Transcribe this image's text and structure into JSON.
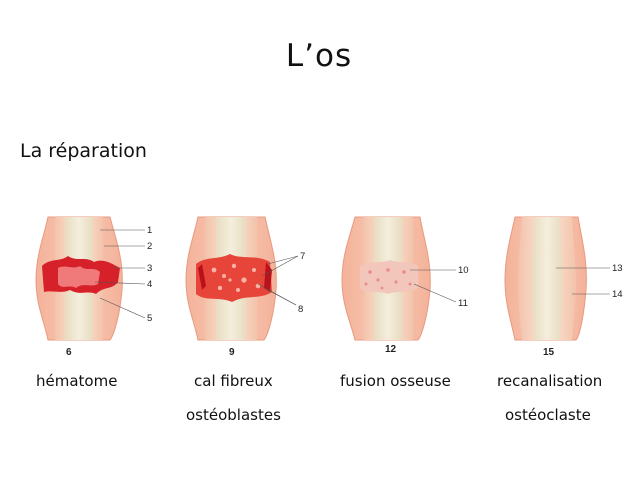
{
  "title": "L’os",
  "subtitle": "La réparation",
  "stages": [
    {
      "number": "6",
      "caption": "hématome",
      "subcaption": ""
    },
    {
      "number": "9",
      "caption": "cal fibreux",
      "subcaption": "ostéoblastes"
    },
    {
      "number": "12",
      "caption": "fusion osseuse",
      "subcaption": ""
    },
    {
      "number": "15",
      "caption": "recanalisation",
      "subcaption": "ostéoclaste"
    }
  ],
  "callouts": [
    "1",
    "2",
    "3",
    "4",
    "5",
    "7",
    "8",
    "10",
    "11",
    "13",
    "14"
  ],
  "colors": {
    "soft_tissue": "#f2a88f",
    "bone_cortex": "#f7d9c4",
    "marrow": "#efe6cf",
    "hematoma": "#d6202a",
    "fibrous_callus": "#e8453a",
    "bony_callus": "#f3c6bb"
  }
}
